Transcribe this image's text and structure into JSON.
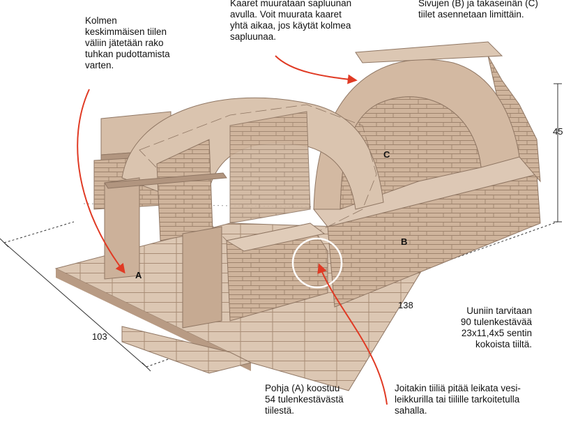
{
  "annotations": {
    "ash_gap": "Kolmen\nkeskimmäisen tiilen\nväliin jätetään rako\ntuhkan pudottamista\nvarten.",
    "arches": "Kaaret muurataan sapluunan\navulla. Voit muurata kaaret\nyhtä aikaa, jos käytät kolmea\nsapluunaa.",
    "sides": "Sivujen (B) ja takaseinän (C)\ntiilet asennetaan limittäin.",
    "bricks_needed": "Uuniin tarvitaan\n90 tulenkestävää\n23x11,4x5 sentin\nkokoista tiiltä.",
    "base": "Pohja (A) koostuu\n54 tulenkestävästä\ntiilestä.",
    "cutting": "Joitakin tiiliä pitää leikata vesi-\nleikkurilla tai tiilille tarkoitetulla\nsahalla."
  },
  "part_labels": {
    "a": "A",
    "b": "B",
    "c": "C"
  },
  "dimensions": {
    "width": "103",
    "length": "138",
    "height": "45"
  },
  "colors": {
    "brick_light": "#d8c2ad",
    "brick_mid": "#c4a78f",
    "brick_dark": "#8f7663",
    "arrow": "#e03a24",
    "dim_line": "#333333"
  }
}
